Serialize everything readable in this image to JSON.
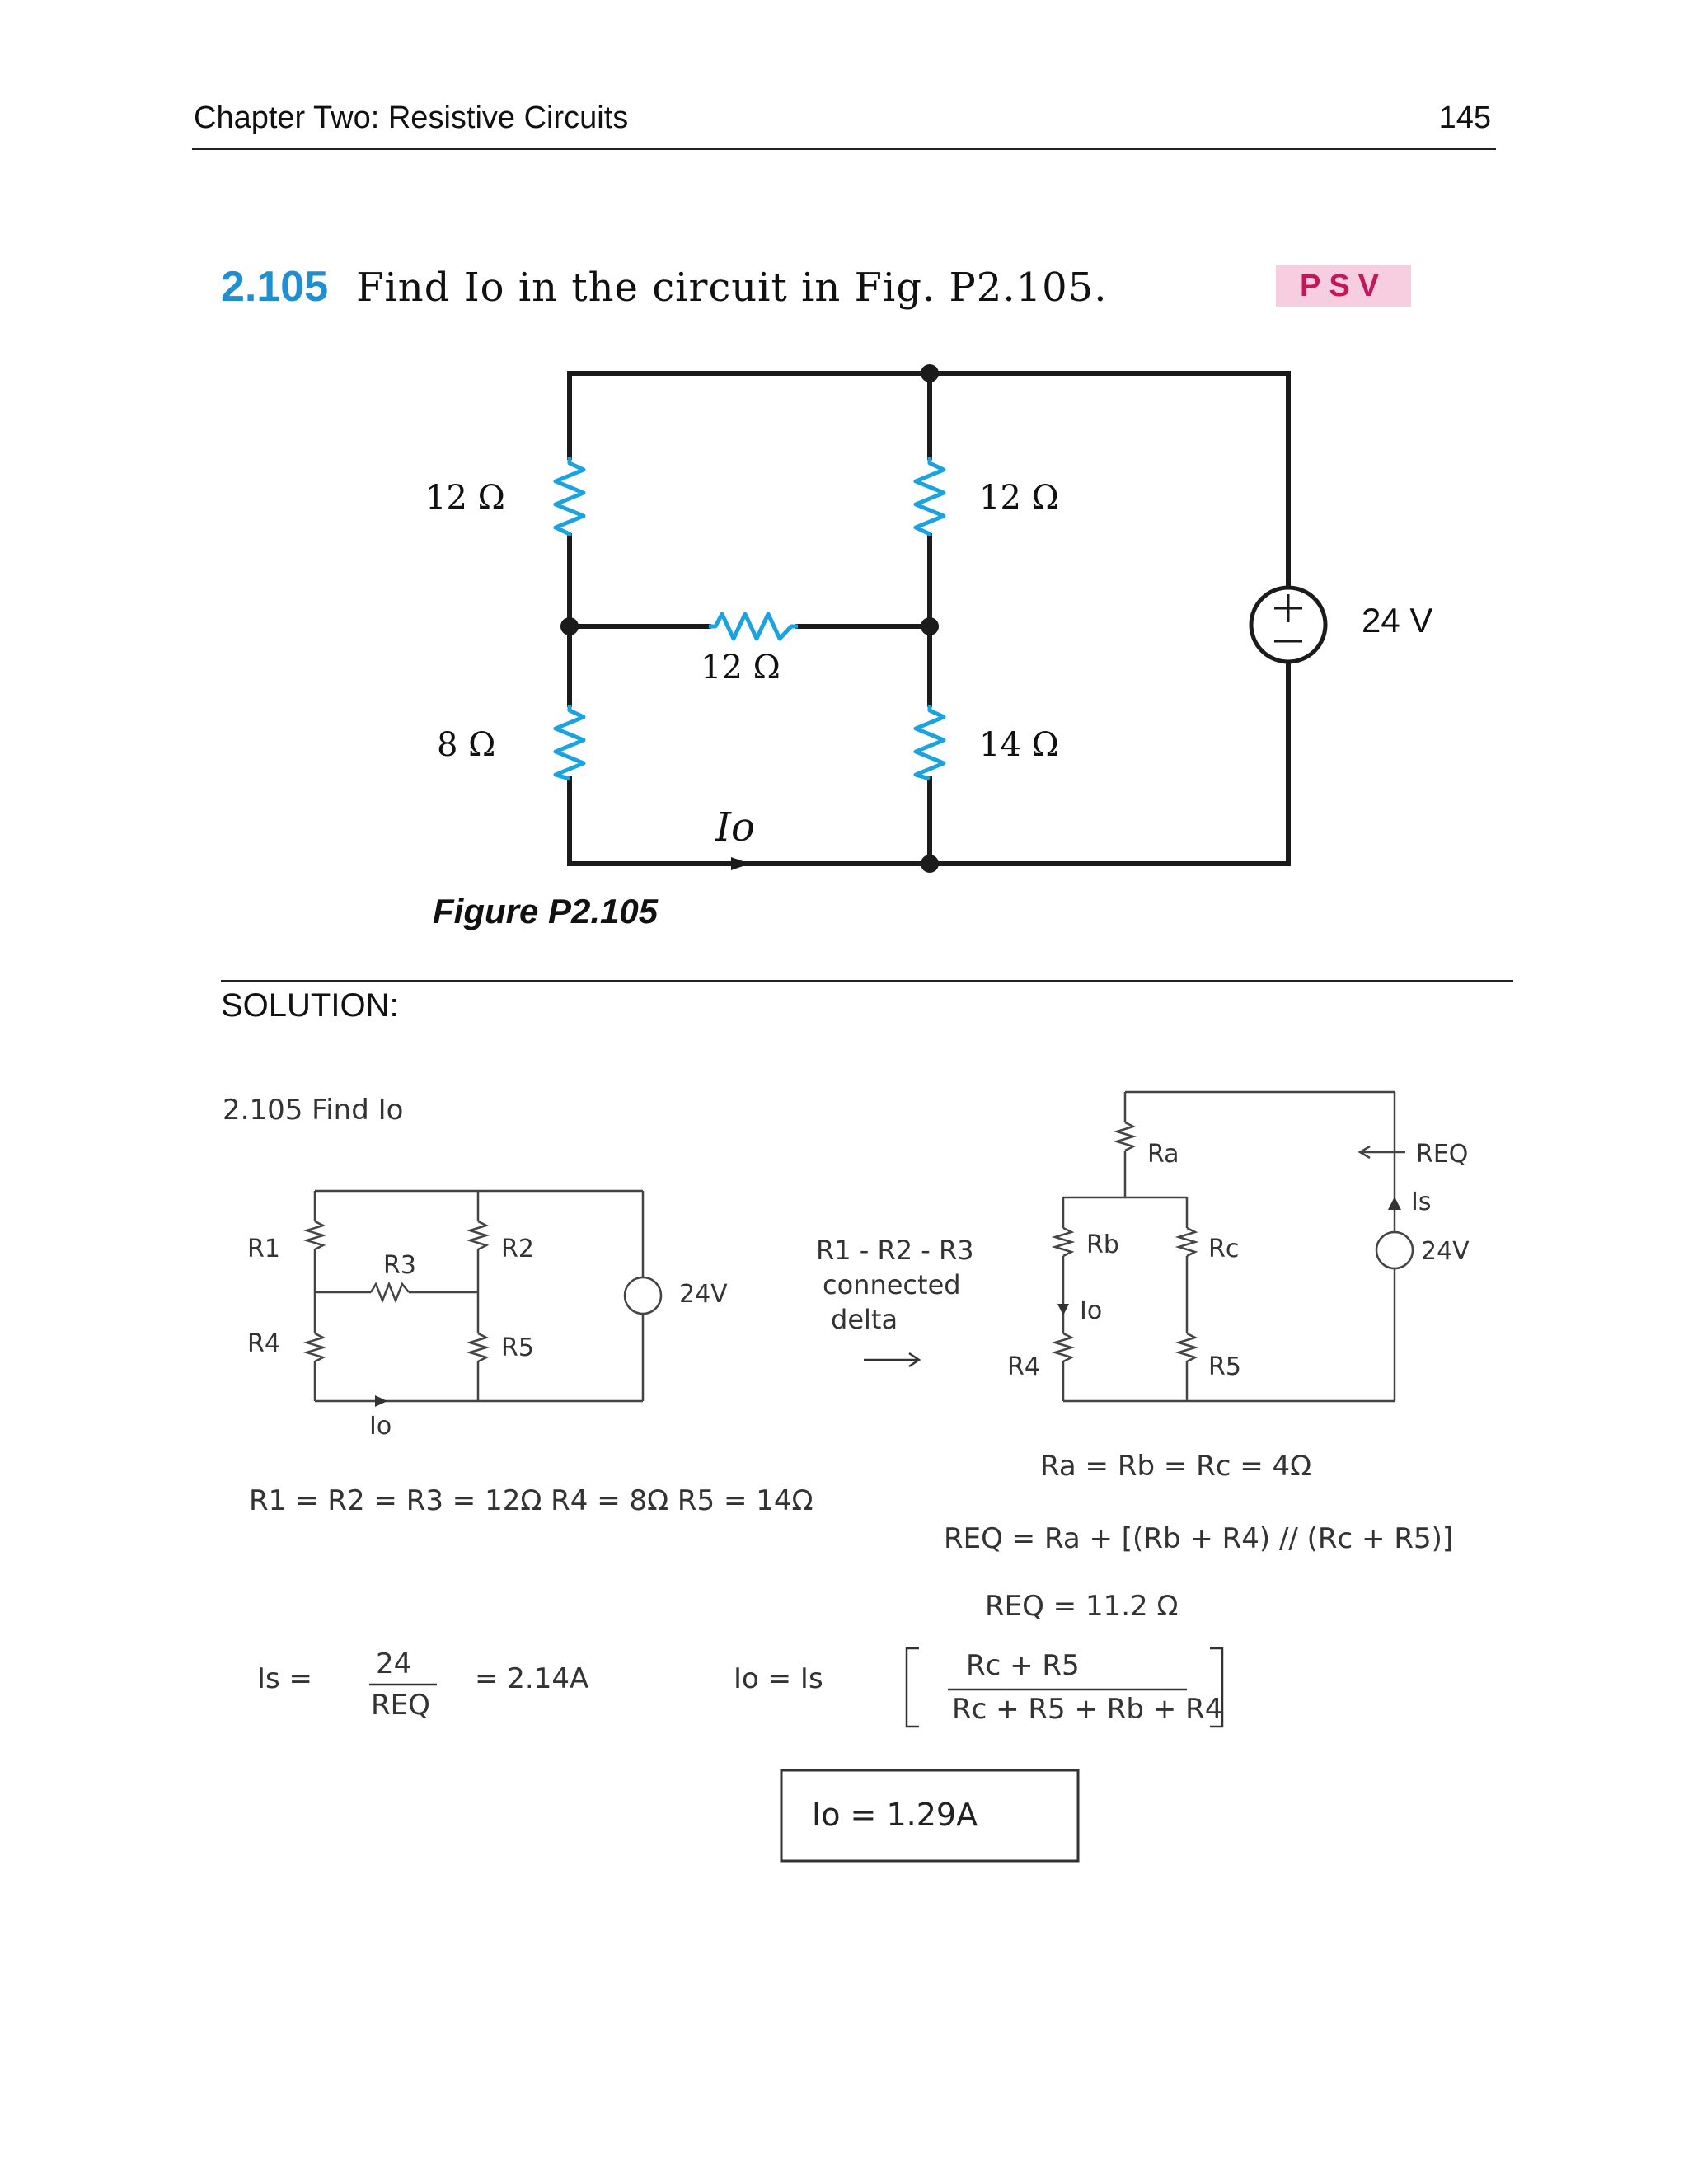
{
  "header": {
    "title": "Chapter Two: Resistive Circuits",
    "page_number": "145"
  },
  "problem": {
    "number": "2.105",
    "text": "Find Io in the circuit in Fig. P2.105.",
    "badge": "PSV"
  },
  "figure": {
    "caption": "Figure P2.105",
    "resistor_labels": [
      "12 Ω",
      "12 Ω",
      "12 Ω",
      "8 Ω",
      "14 Ω"
    ],
    "source_label": "24 V",
    "current_label": "Io",
    "resistor_color": "#1aa3e0"
  },
  "solution": {
    "label": "SOLUTION:",
    "heading": "2.105   Find Io",
    "left_circuit": {
      "labels": [
        "R1",
        "R2",
        "R3",
        "R4",
        "R5",
        "24V",
        "Io"
      ]
    },
    "transform_note": [
      "R1 - R2 - R3",
      "connected",
      "delta"
    ],
    "right_circuit": {
      "labels": [
        "Ra",
        "Rb",
        "Rc",
        "R4",
        "R5",
        "24V",
        "Io",
        "REQ",
        "Is"
      ]
    },
    "equations": {
      "givens": "R1 = R2 = R3 = 12Ω   R4 = 8Ω   R5 = 14Ω",
      "ra_rb_rc": "Ra = Rb = Rc = 4Ω",
      "req_formula": "REQ = Ra + [(Rb + R4) // (Rc + R5)]",
      "req_value": "REQ = 11.2 Ω",
      "is_lhs": "Is =",
      "is_num": "24",
      "is_den": "REQ",
      "is_result": "= 2.14A",
      "io_lhs": "Io = Is",
      "io_num": "Rc + R5",
      "io_den": "Rc + R5 + Rb + R4",
      "final_answer": "Io =  1.29A"
    }
  }
}
